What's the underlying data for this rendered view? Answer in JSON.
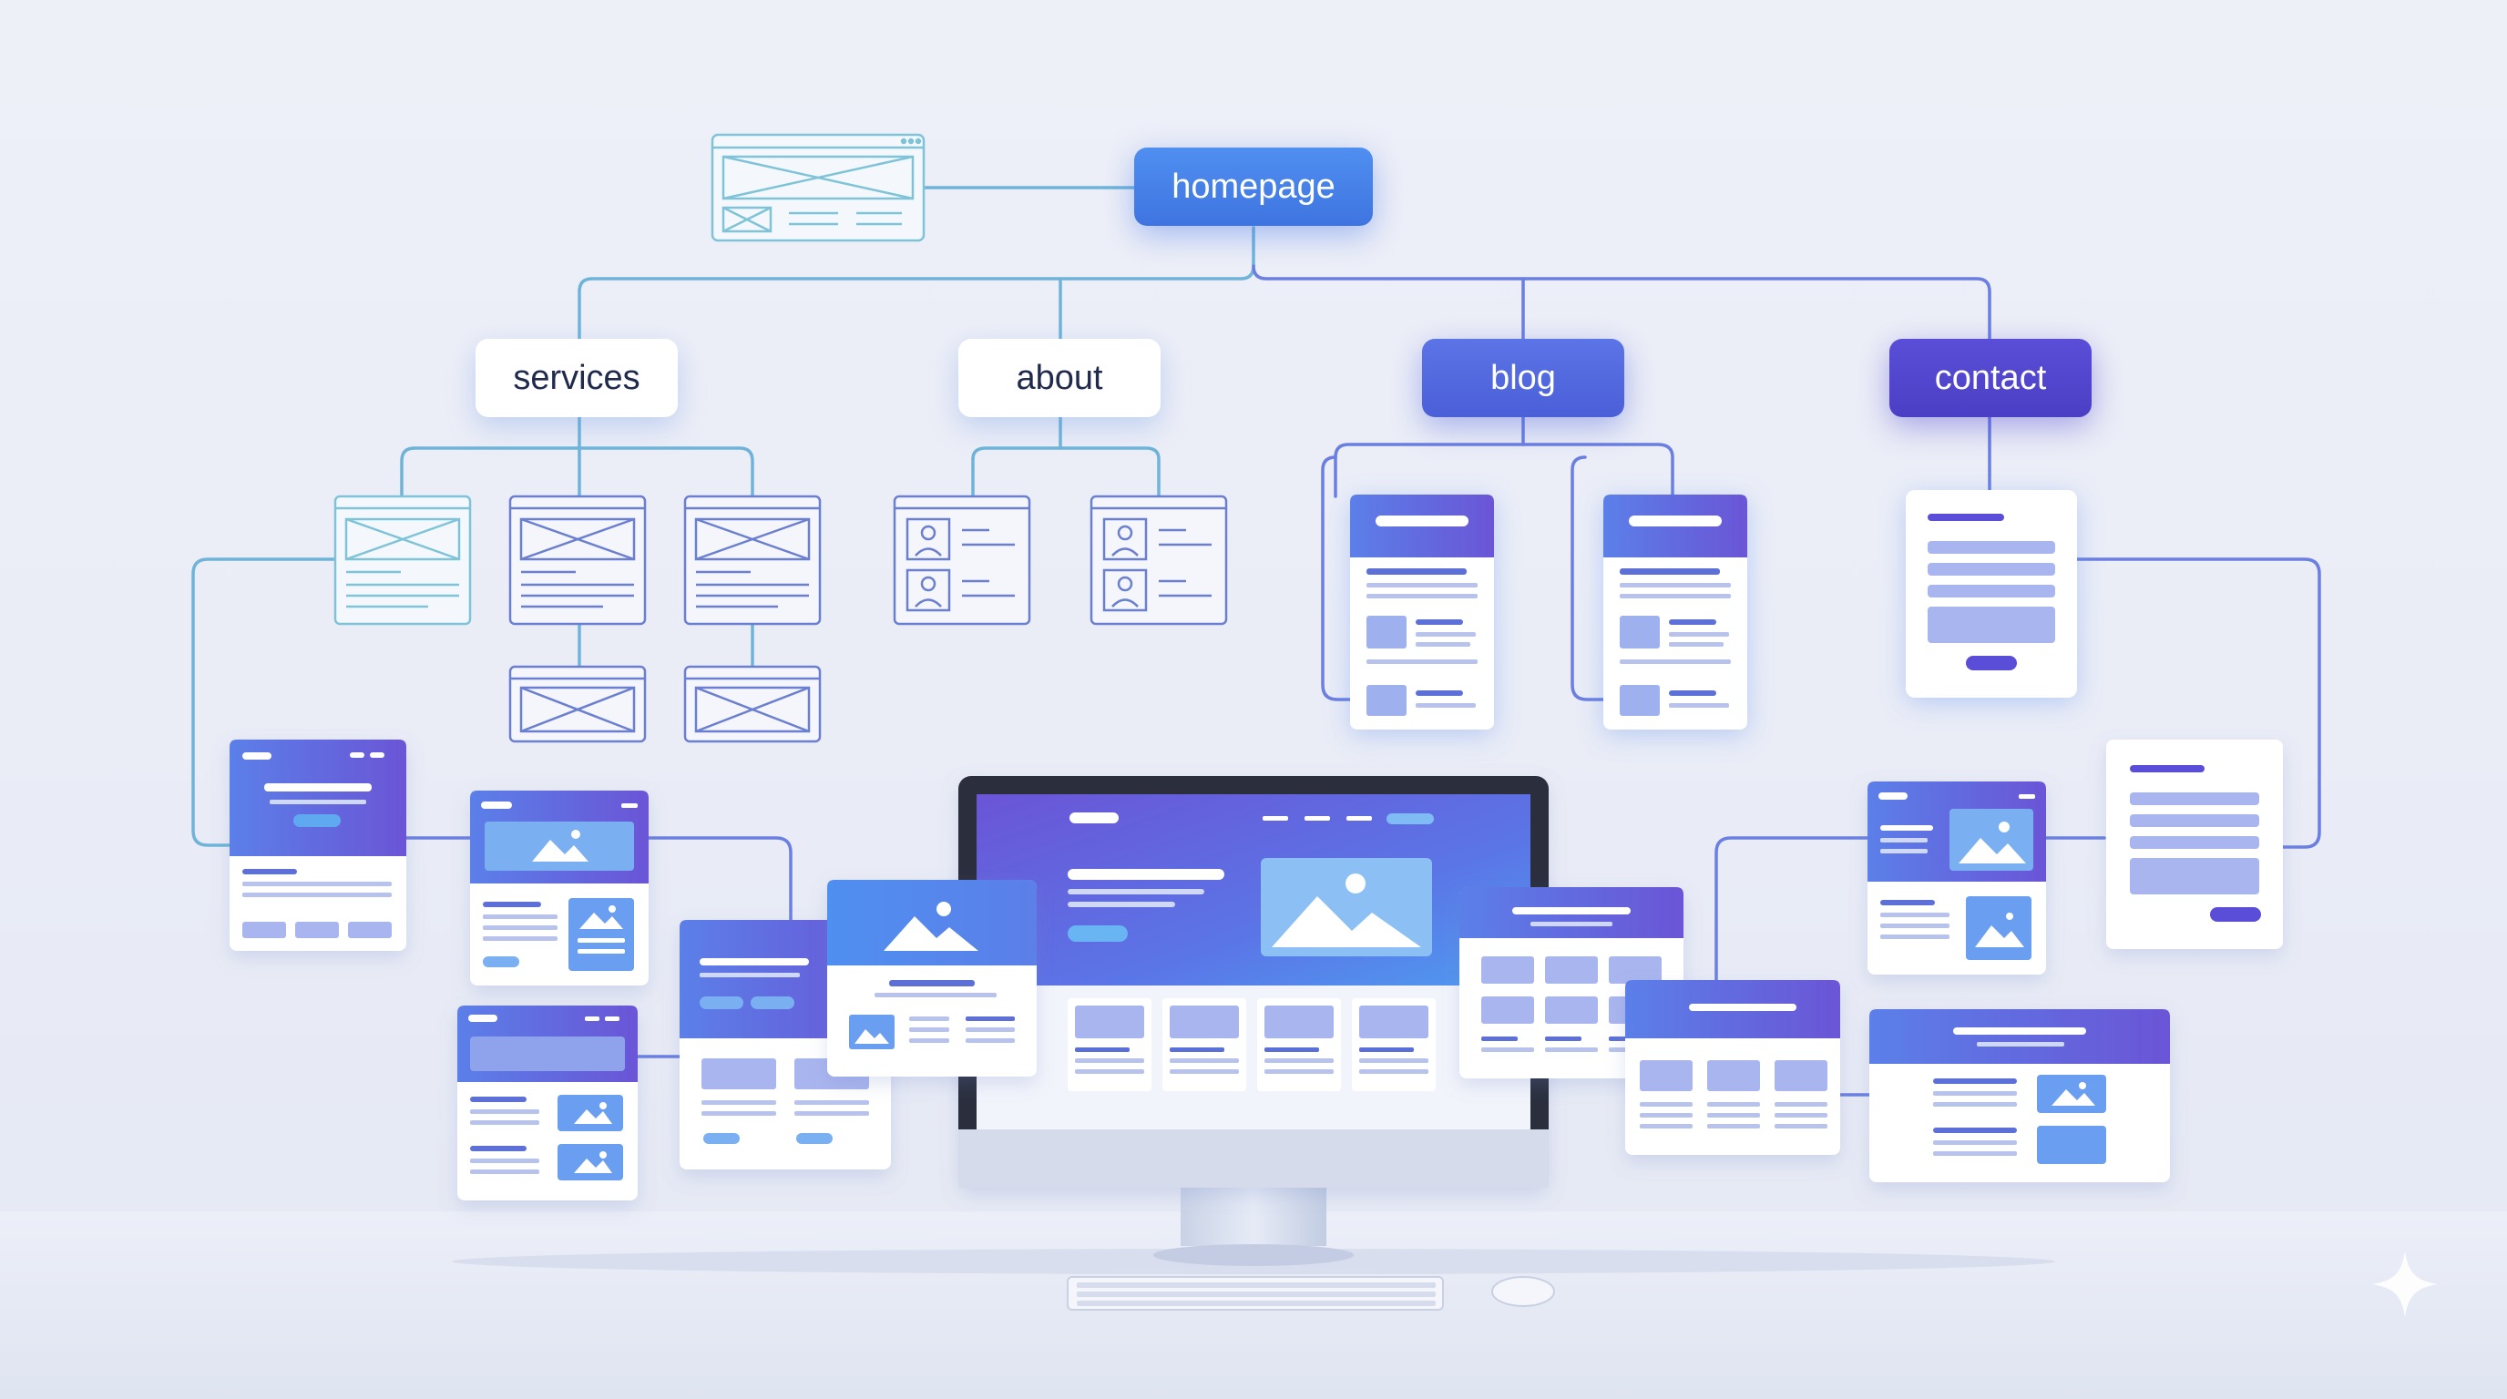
{
  "nodes": {
    "homepage": "homepage",
    "services": "services",
    "about": "about",
    "blog": "blog",
    "contact": "contact"
  },
  "colors": {
    "line_teal": "#6fb4d8",
    "line_blue": "#6b7fe0",
    "accent_blue": "#4f8ff0",
    "accent_indigo": "#5a4ed8",
    "accent_purple": "#6a55d6"
  },
  "icons": [
    "wireframe-image-icon",
    "avatar-icon",
    "mountain-image-icon",
    "sparkle-icon"
  ]
}
